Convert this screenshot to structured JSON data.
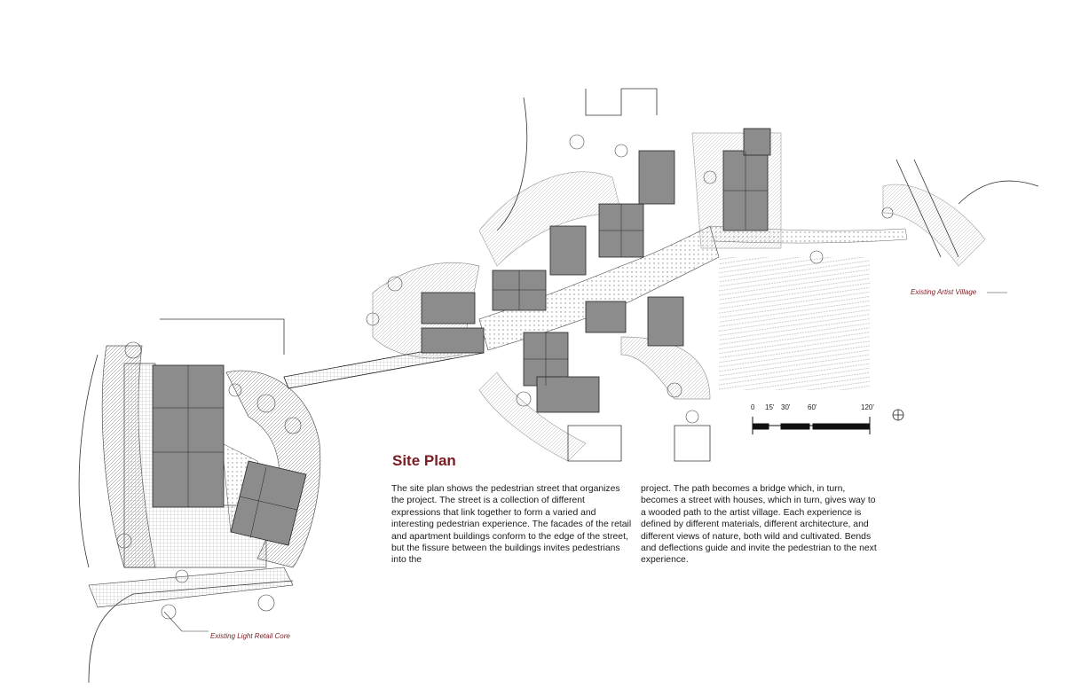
{
  "title": "Site Plan",
  "description": {
    "column1": "The site plan shows the pedestrian street that organizes the project.  The street is a collection of different expressions that link together to form a varied and interesting pedestrian experience. The facades of the retail and apartment buildings conform to the edge of the street, but the fissure between the buildings invites pedestrians into the",
    "column2": "project.  The path becomes a bridge which, in turn, becomes a street with houses, which in turn, gives way to a wooded path to the artist village.  Each experience is defined by different materials, different architecture, and different views of nature, both wild and cultivated.  Bends and deflections guide and invite the pedestrian to the next experience."
  },
  "callouts": {
    "artist_village": "Existing Artist Village",
    "retail_core": "Existing Light Retail Core"
  },
  "scale_bar": {
    "labels": [
      "0",
      "15'",
      "30'",
      "60'",
      "120'"
    ]
  },
  "colors": {
    "accent": "#7a1c22",
    "building_fill": "#8c8c8c",
    "line": "#222222"
  }
}
